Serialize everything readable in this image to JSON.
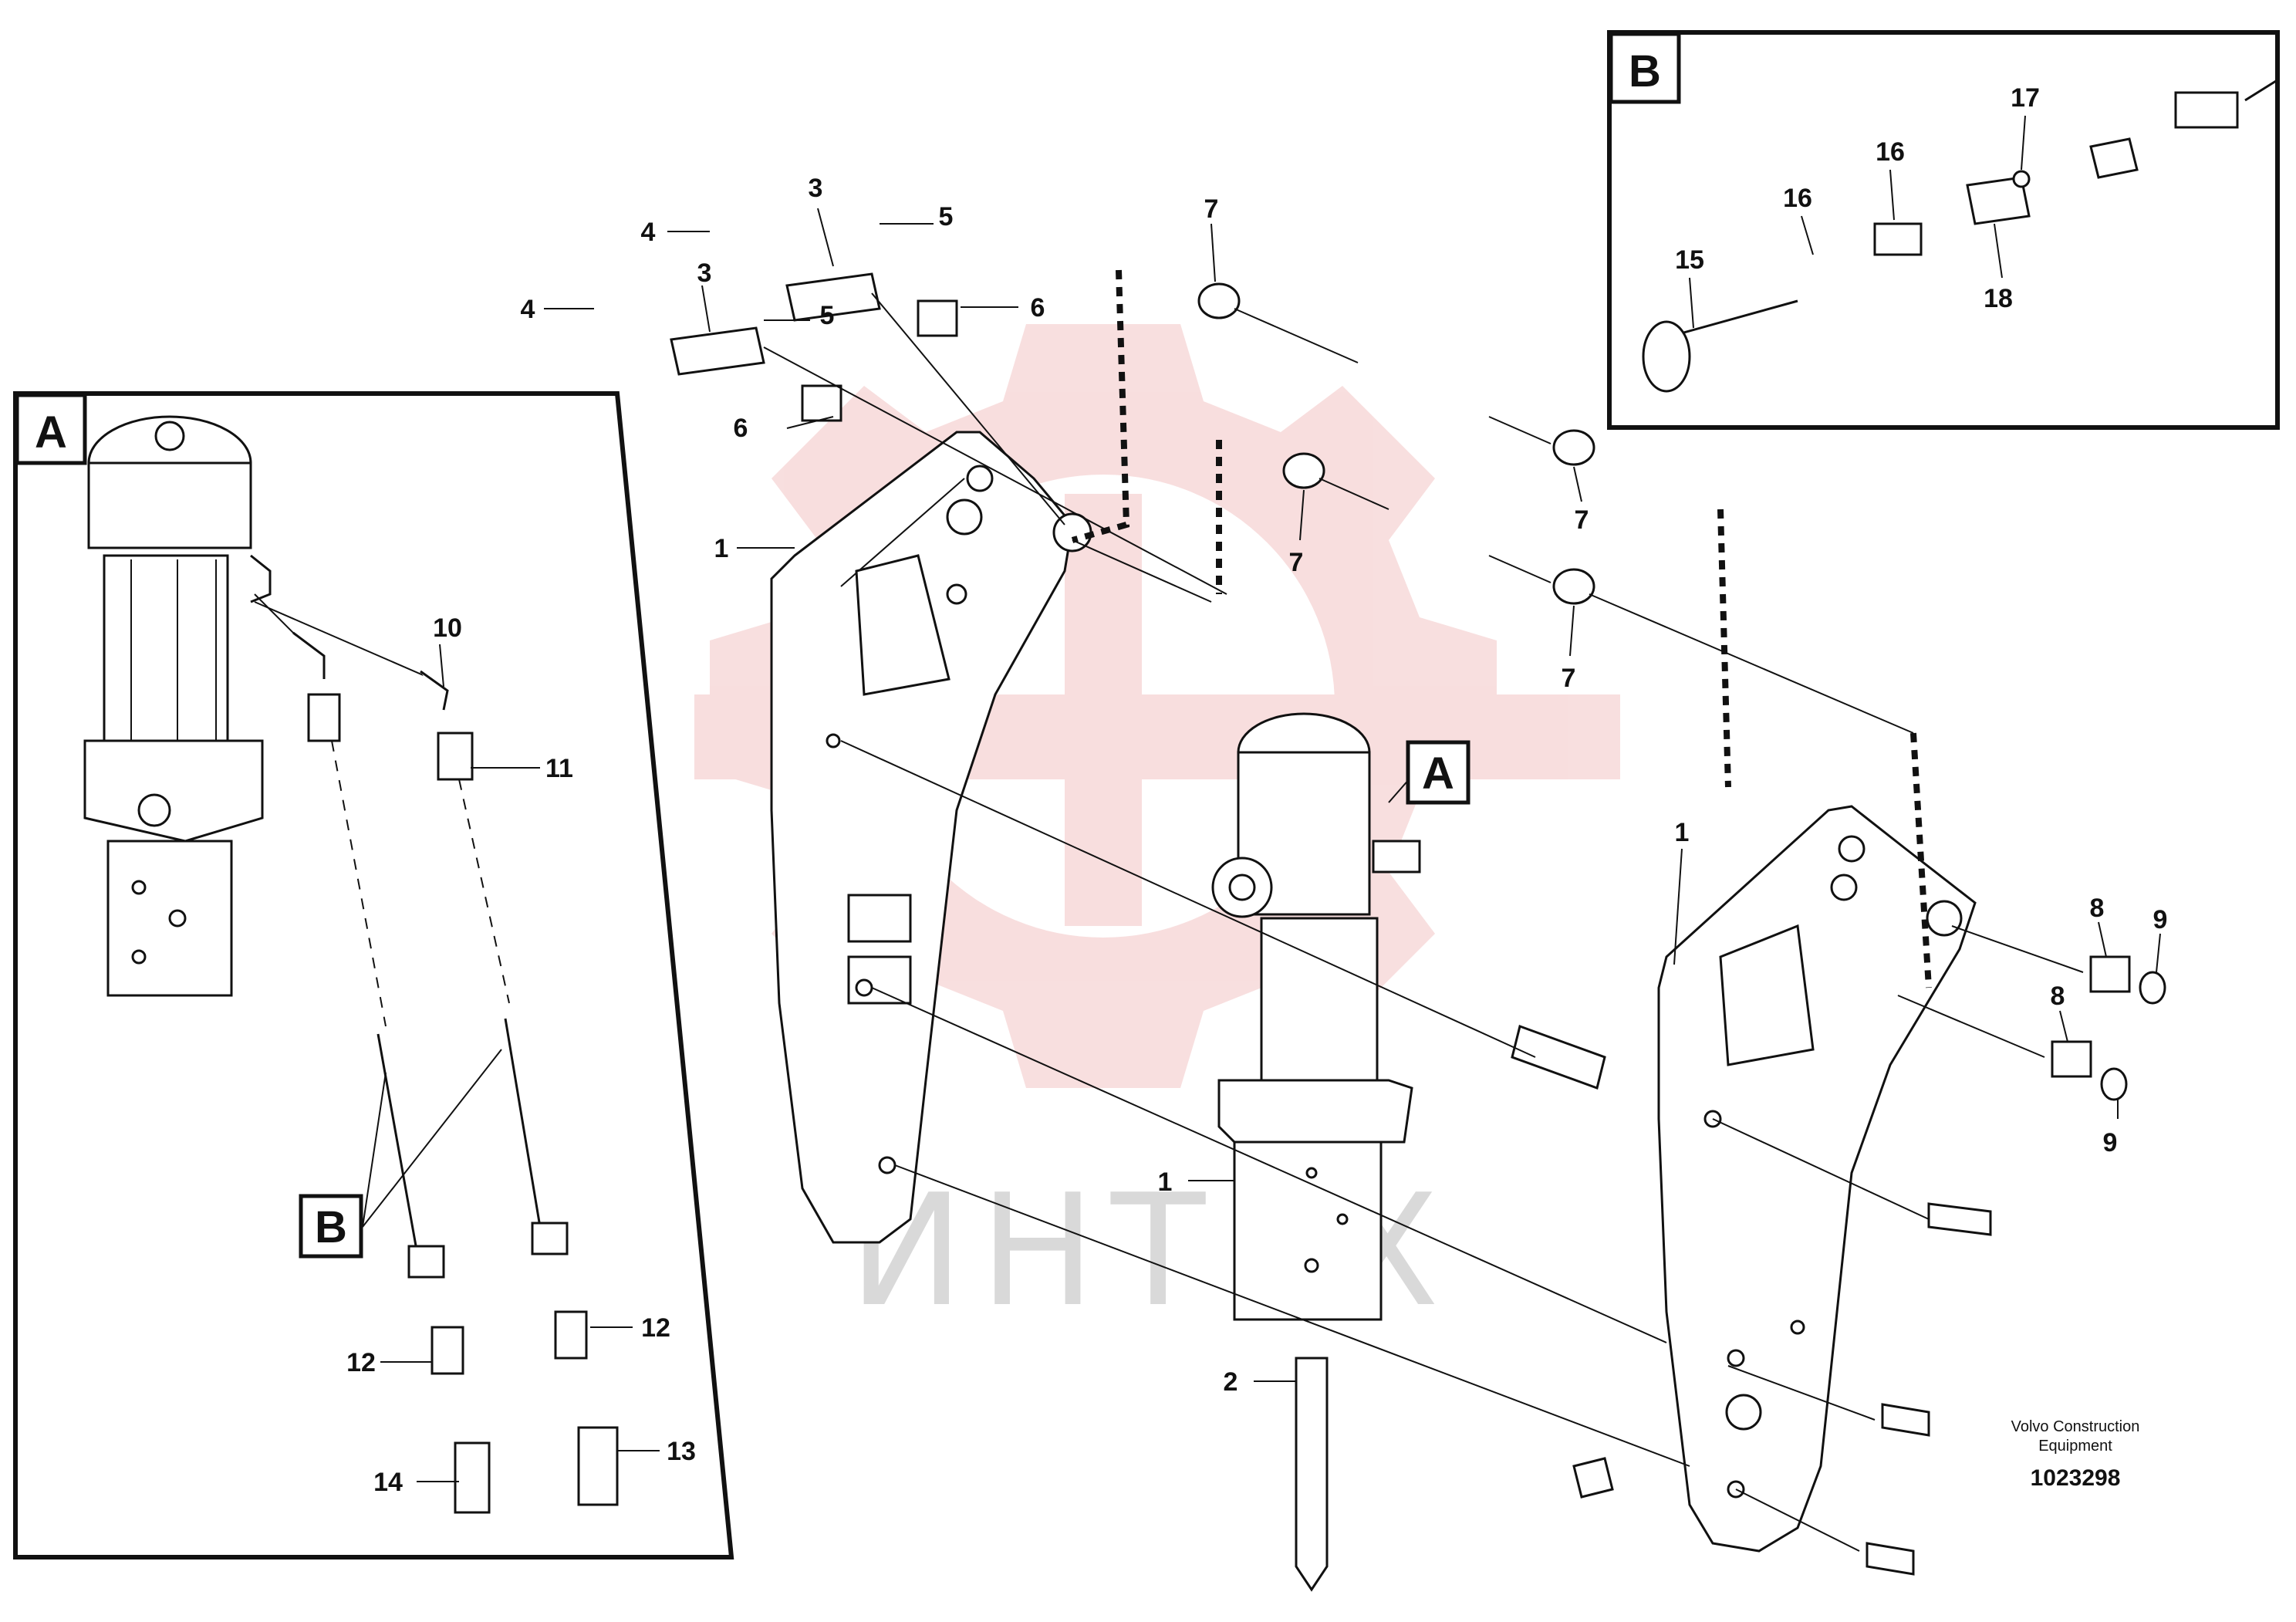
{
  "document_number": "1023298",
  "maker": {
    "line1": "Volvo Construction",
    "line2": "Equipment"
  },
  "watermark": "ИНТЕХ",
  "detail_boxes": {
    "a": "A",
    "b": "B"
  },
  "detail_callouts": {
    "a_on_hammer": "A",
    "b_in_a": "B"
  },
  "labels": {
    "p1_left": "1",
    "p1_right": "1",
    "p1_center": "1",
    "p2": "2",
    "p3_top": "3",
    "p3_low": "3",
    "p4_top": "4",
    "p4_low": "4",
    "p5_top": "5",
    "p5_low": "5",
    "p6_top": "6",
    "p6_low": "6",
    "p7_a": "7",
    "p7_b": "7",
    "p7_c": "7",
    "p7_d": "7",
    "p8_a": "8",
    "p8_b": "8",
    "p9_a": "9",
    "p9_b": "9",
    "p10": "10",
    "p11": "11",
    "p12_left": "12",
    "p12_right": "12",
    "p13": "13",
    "p14": "14",
    "p15": "15",
    "p16_a": "16",
    "p16_b": "16",
    "p17": "17",
    "p18": "18"
  },
  "colors": {
    "line": "#111111",
    "watermark_red": "#f3c4c4",
    "watermark_gray": "#d9d9d9"
  }
}
